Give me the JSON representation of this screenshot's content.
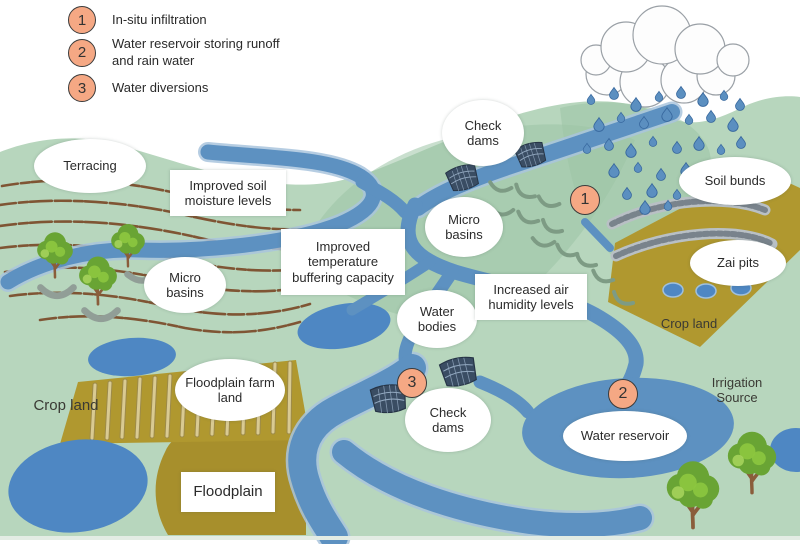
{
  "colors": {
    "land_green": "#b7d6bd",
    "hill_green": "#9cc5a6",
    "river_blue": "#5d91c1",
    "river_edge": "#a9c4dd",
    "pond_blue": "#4e87c3",
    "cropland_olive": "#b0982f",
    "floodplain_olive": "#a78f2c",
    "crop_row_tan": "#d9ca92",
    "marker_orange": "#f5a884",
    "terrace_brown": "#7a4a28",
    "tree_green": "#69a434",
    "tree_green_light": "#8cc63f",
    "trunk_brown": "#8a5d3b",
    "dam_slate": "#3a4d63",
    "crescent_green": "#7d9b84",
    "raindrop_blue": "#5b8fc0",
    "label_text": "#2b2b2b"
  },
  "legend": {
    "items": [
      {
        "number": "1",
        "label": "In-situ infiltration"
      },
      {
        "number": "2",
        "label": "Water reservoir storing runoff and rain water"
      },
      {
        "number": "3",
        "label": "Water diversions"
      }
    ]
  },
  "markers": [
    "1",
    "2",
    "3"
  ],
  "labels": {
    "terracing": "Terracing",
    "improved_soil": "Improved soil moisture levels",
    "check_dams_top": "Check dams",
    "micro_basins_top": "Micro basins",
    "soil_bunds": "Soil bunds",
    "zai_pits": "Zai pits",
    "crop_land_right": "Crop land",
    "improved_temperature": "Improved temperature buffering capacity",
    "micro_basins_left": "Micro basins",
    "water_bodies": "Water bodies",
    "increased_air": "Increased air humidity levels",
    "floodplain_farm_land": "Floodplain farm land",
    "crop_land_left": "Crop land",
    "check_dams_bottom": "Check dams",
    "water_reservoir": "Water reservoir",
    "irrigation_source": "Irrigation Source",
    "floodplain": "Floodplain"
  }
}
